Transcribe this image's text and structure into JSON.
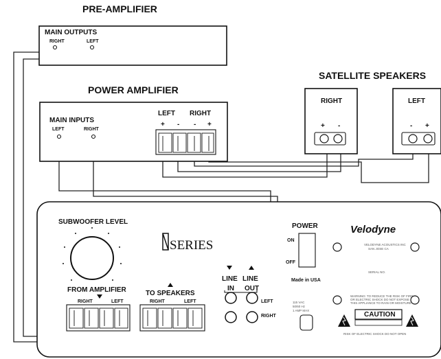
{
  "pre_amplifier": {
    "title": "PRE-AMPLIFIER",
    "outputs_label": "MAIN OUTPUTS",
    "right_label": "RIGHT",
    "left_label": "LEFT"
  },
  "power_amplifier": {
    "title": "POWER AMPLIFIER",
    "inputs_label": "MAIN INPUTS",
    "input_left": "LEFT",
    "input_right": "RIGHT",
    "terminals_left": "LEFT",
    "terminals_right": "RIGHT",
    "plus": "+",
    "minus": "-"
  },
  "satellite_speakers": {
    "title": "SATELLITE SPEAKERS",
    "right_label": "RIGHT",
    "left_label": "LEFT",
    "plus": "+",
    "minus": "-"
  },
  "subwoofer": {
    "level_label": "SUBWOOFER LEVEL",
    "series_text": "SERIES",
    "from_amplifier": "FROM AMPLIFIER",
    "to_speakers": "TO SPEAKERS",
    "group_right": "RIGHT",
    "group_left": "LEFT",
    "line_in_top": "LINE",
    "line_in_bottom": "IN",
    "line_out_top": "LINE",
    "line_out_bottom": "OUT",
    "jack_left": "LEFT",
    "jack_right": "RIGHT",
    "power_label": "POWER",
    "on_label": "ON",
    "off_label": "OFF",
    "made_in": "Made in USA",
    "brand": "Velodyne",
    "caution": "CAUTION"
  }
}
